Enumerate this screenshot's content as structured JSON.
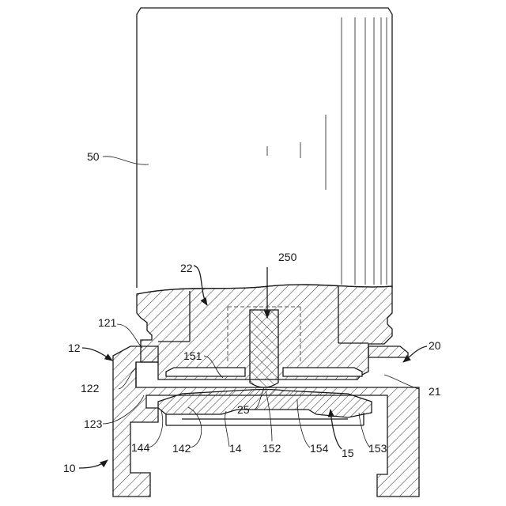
{
  "labels": {
    "l50": "50",
    "l250": "250",
    "l22": "22",
    "l121": "121",
    "l12": "12",
    "l151": "151",
    "l20": "20",
    "l122": "122",
    "l21": "21",
    "l123": "123",
    "l25": "25",
    "l144": "144",
    "l142": "142",
    "l14": "14",
    "l152": "152",
    "l154": "154",
    "l15": "15",
    "l153": "153",
    "l10": "10"
  }
}
